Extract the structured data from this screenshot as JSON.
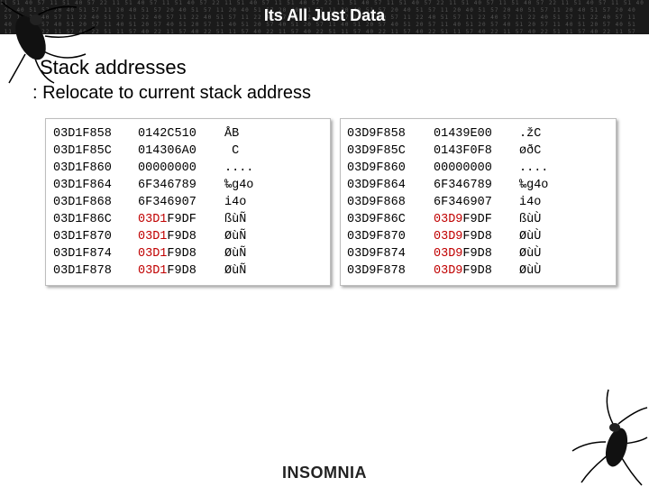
{
  "header": {
    "title": "Its All Just Data"
  },
  "heading": "Stack addresses",
  "subheading": ": Relocate to current stack address",
  "left_dump": {
    "addresses": [
      "03D1F858",
      "03D1F85C",
      "03D1F860",
      "03D1F864",
      "03D1F868",
      "03D1F86C",
      "03D1F870",
      "03D1F874",
      "03D1F878"
    ],
    "values": [
      {
        "prefix": "",
        "rest": "0142C510"
      },
      {
        "prefix": "",
        "rest": "014306A0"
      },
      {
        "prefix": "",
        "rest": "00000000"
      },
      {
        "prefix": "",
        "rest": "6F346789"
      },
      {
        "prefix": "",
        "rest": "6F346907"
      },
      {
        "prefix": "03D1",
        "rest": "F9DF"
      },
      {
        "prefix": "03D1",
        "rest": "F9D8"
      },
      {
        "prefix": "03D1",
        "rest": "F9D8"
      },
      {
        "prefix": "03D1",
        "rest": "F9D8"
      }
    ],
    "ascii": [
      "ÅB",
      " C",
      "....",
      "‰g4o",
      "i4o",
      "ßùÑ",
      "ØùÑ",
      "ØùÑ",
      "ØùÑ"
    ]
  },
  "right_dump": {
    "addresses": [
      "03D9F858",
      "03D9F85C",
      "03D9F860",
      "03D9F864",
      "03D9F868",
      "03D9F86C",
      "03D9F870",
      "03D9F874",
      "03D9F878"
    ],
    "values": [
      {
        "prefix": "",
        "rest": "01439E00"
      },
      {
        "prefix": "",
        "rest": "0143F0F8"
      },
      {
        "prefix": "",
        "rest": "00000000"
      },
      {
        "prefix": "",
        "rest": "6F346789"
      },
      {
        "prefix": "",
        "rest": "6F346907"
      },
      {
        "prefix": "03D9",
        "rest": "F9DF"
      },
      {
        "prefix": "03D9",
        "rest": "F9D8"
      },
      {
        "prefix": "03D9",
        "rest": "F9D8"
      },
      {
        "prefix": "03D9",
        "rest": "F9D8"
      }
    ],
    "ascii": [
      ".žC",
      "øðC",
      "....",
      "‰g4o",
      "i4o",
      "ßùÙ",
      "ØùÙ",
      "ØùÙ",
      "ØùÙ"
    ]
  },
  "footer": {
    "logo_text": "INSOMNIA"
  },
  "colors": {
    "header_bg": "#1a1a1a",
    "highlight": "#c00000"
  },
  "icons": {
    "top": "cockroach-icon",
    "bottom": "cockroach-icon"
  }
}
